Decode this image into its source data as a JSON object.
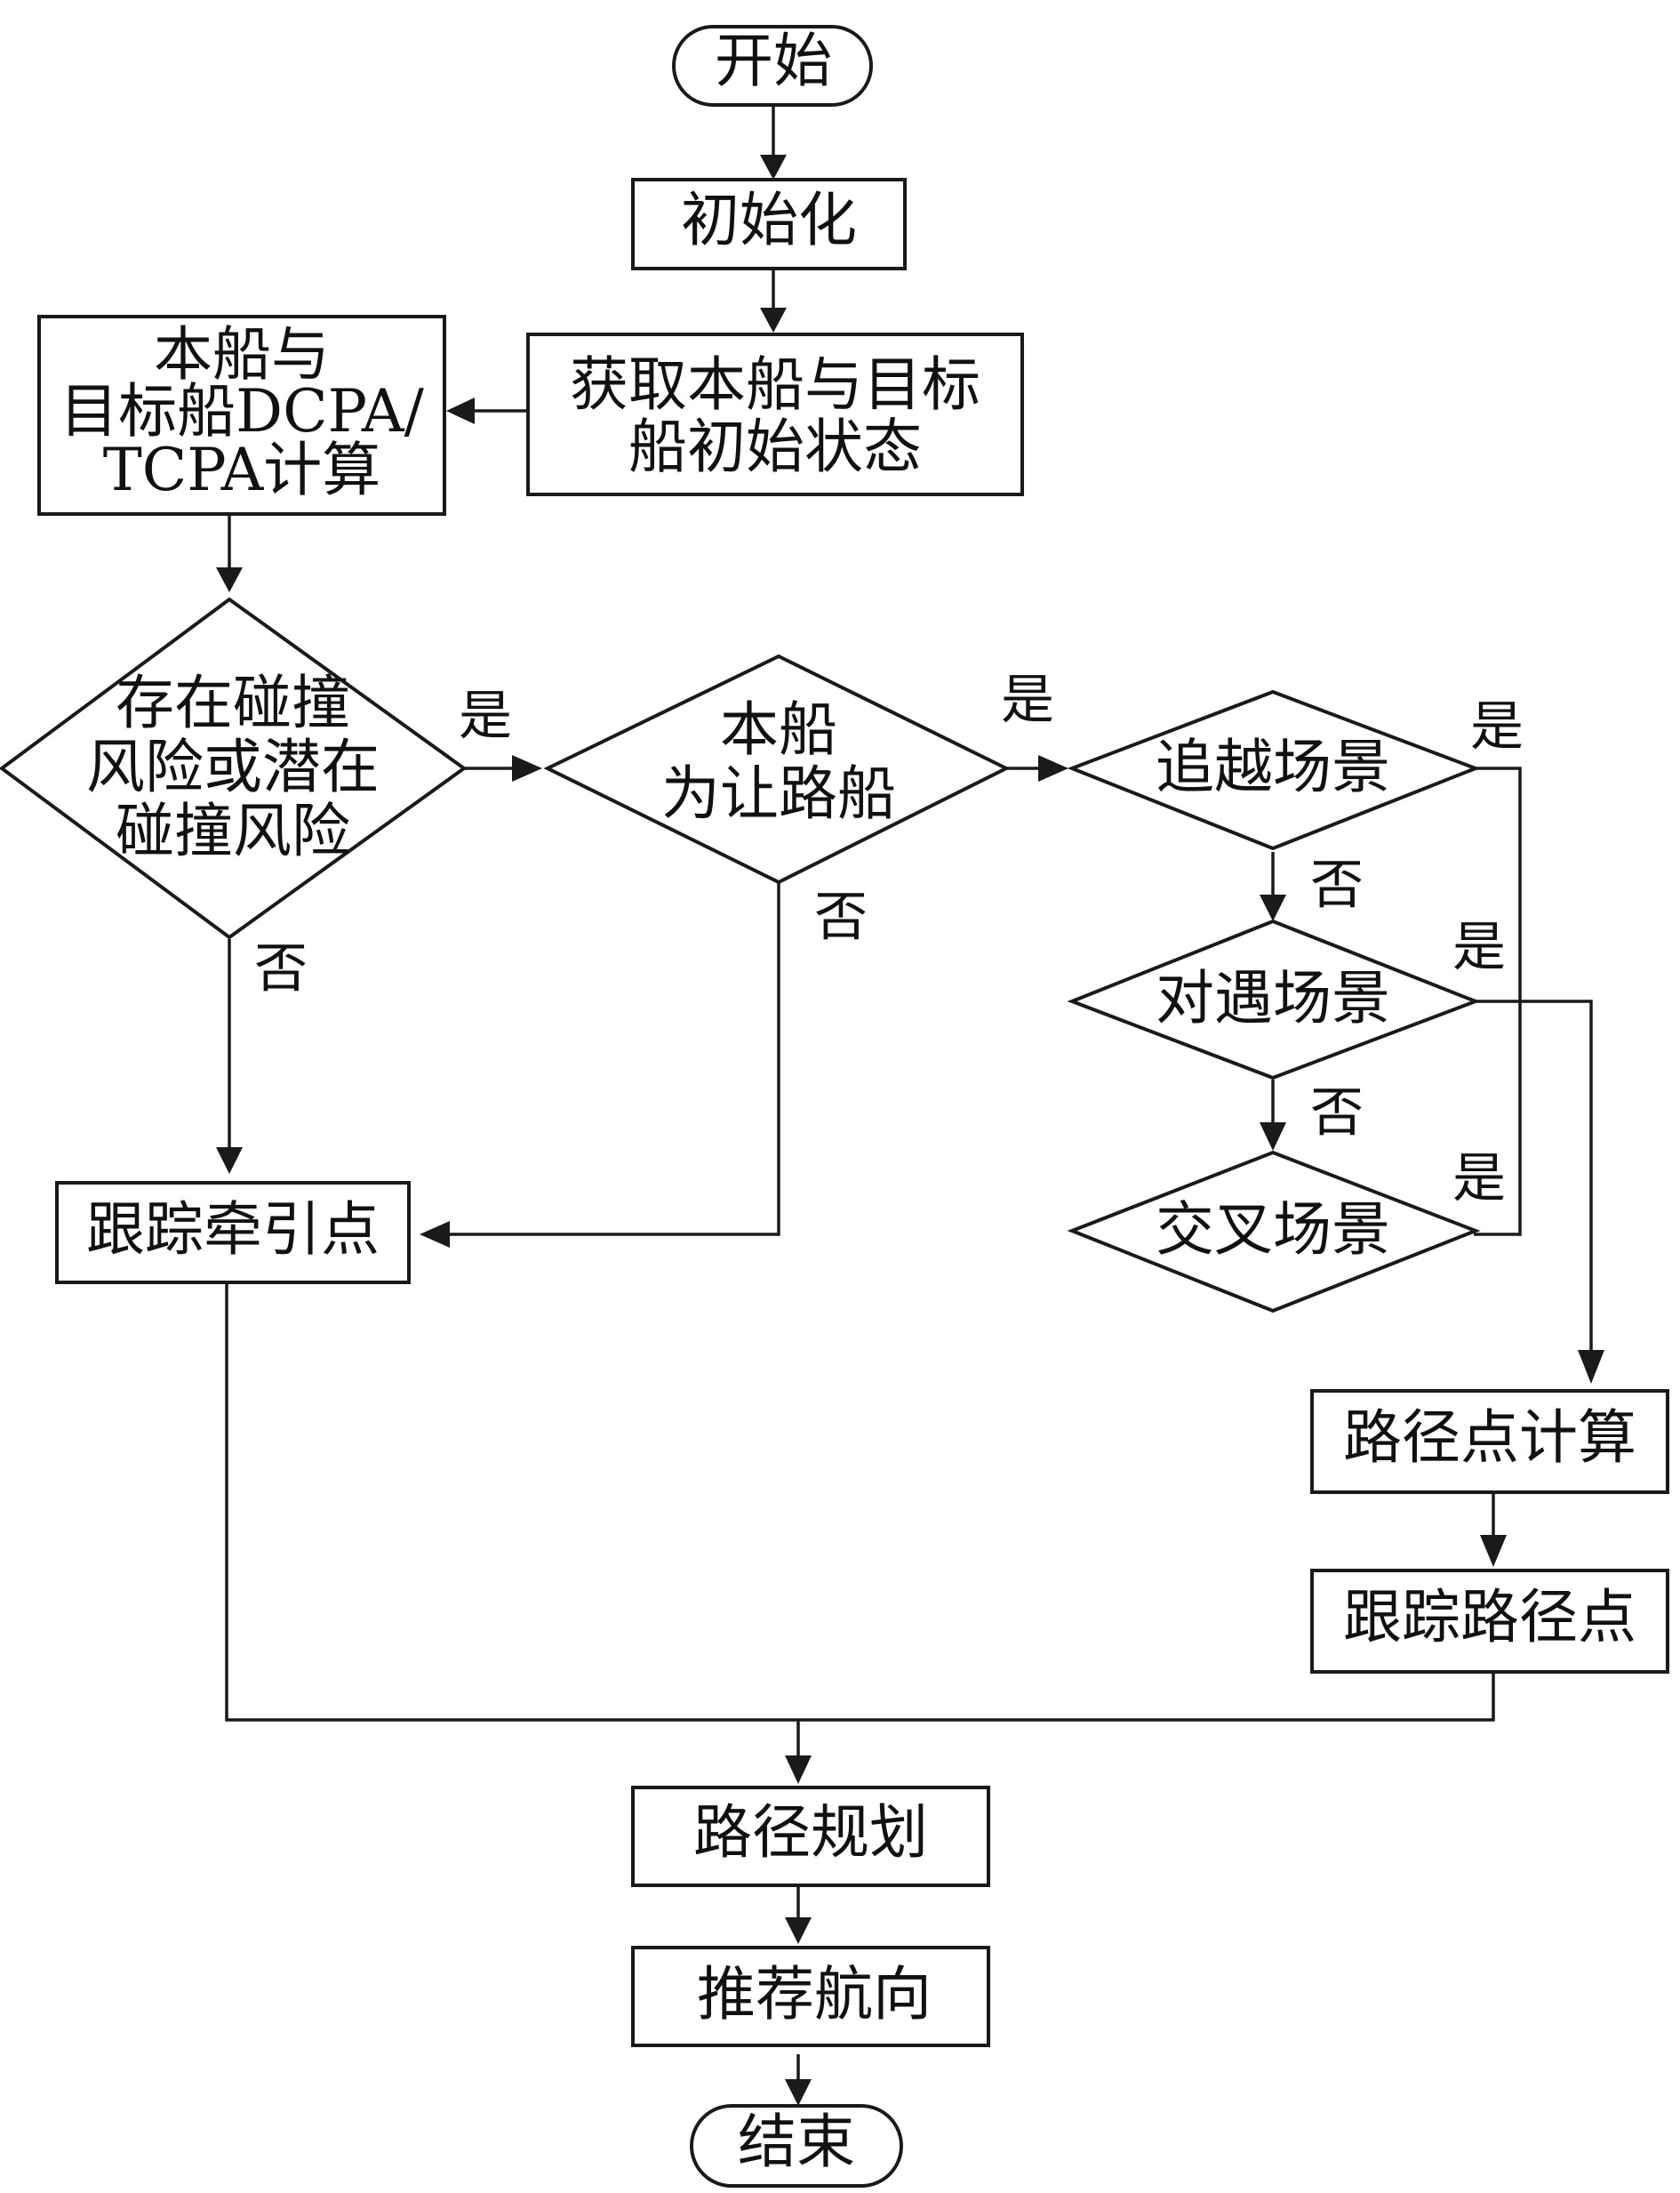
{
  "nodes": {
    "start": "开始",
    "init": "初始化",
    "get_state": [
      "获取本船与目标",
      "船初始状态"
    ],
    "dcpa_calc": [
      "本船与",
      "目标船DCPA/",
      "TCPA计算"
    ],
    "risk_check": [
      "存在碰撞",
      "风险或潜在",
      "碰撞风险"
    ],
    "give_way_check": [
      "本船",
      "为让路船"
    ],
    "overtaking": "追越场景",
    "head_on": "对遇场景",
    "crossing": "交叉场景",
    "track_traction": "跟踪牵引点",
    "waypoint_calc": "路径点计算",
    "track_waypoint": "跟踪路径点",
    "path_planning": "路径规划",
    "recommend_heading": "推荐航向",
    "end": "结束"
  },
  "edge_labels": {
    "yes": "是",
    "no": "否"
  }
}
